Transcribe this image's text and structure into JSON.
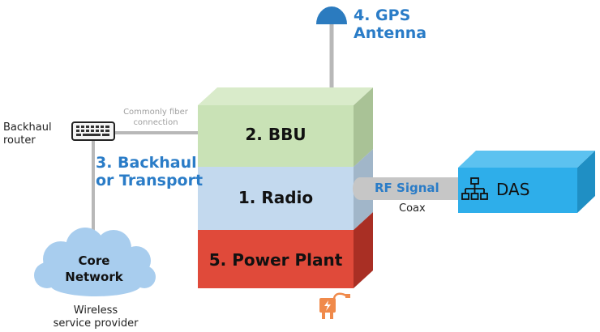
{
  "gps": {
    "line1": "4. GPS",
    "line2": "Antenna"
  },
  "backhaul_router": {
    "line1": "Backhaul",
    "line2": "router"
  },
  "fiber_note": {
    "line1": "Commonly fiber",
    "line2": "connection"
  },
  "transport": {
    "line1": "3. Backhaul",
    "line2": "or Transport"
  },
  "bbu": {
    "label": "2. BBU"
  },
  "radio": {
    "label": "1. Radio"
  },
  "power": {
    "label": "5. Power Plant"
  },
  "rf": {
    "label": "RF Signal",
    "sub": "Coax"
  },
  "das": {
    "label": "DAS"
  },
  "core": {
    "line1": "Core",
    "line2": "Network"
  },
  "provider": {
    "line1": "Wireless",
    "line2": "service provider"
  },
  "icons": {
    "router": "keyboard-router-icon",
    "gps": "dome-antenna-icon",
    "das": "hierarchy-network-icon",
    "power": "power-plug-icon",
    "cloud": "cloud-icon"
  },
  "colors": {
    "bbu_front": "#c9e2b6",
    "radio_front": "#c3d9ee",
    "power_front": "#e04a3a",
    "das_front": "#2eaeea",
    "label_blue": "#2a7cc7",
    "gps_dome": "#2b7bbf",
    "cloud": "#a8cdee"
  }
}
